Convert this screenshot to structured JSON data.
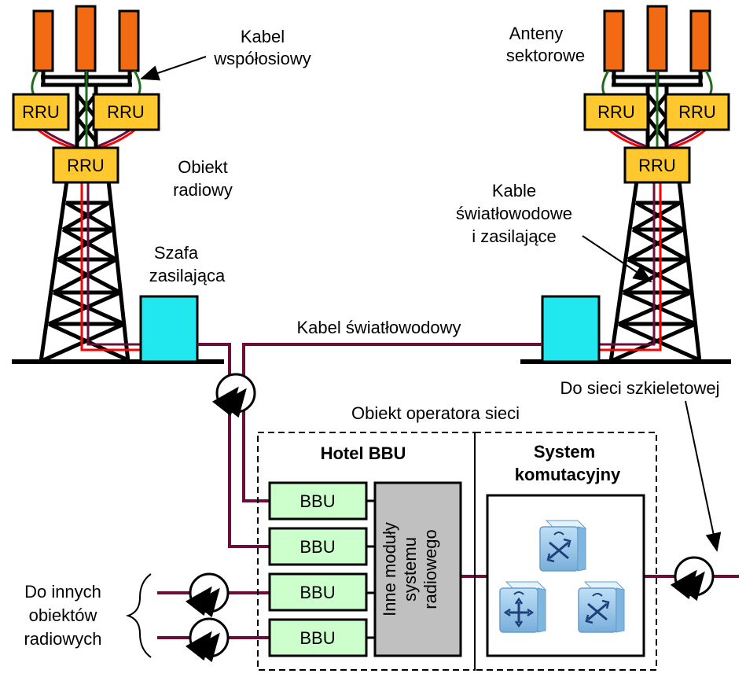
{
  "left_site": {
    "rru_top_left": "RRU",
    "rru_top_right": "RRU",
    "rru_bottom": "RRU"
  },
  "right_site": {
    "rru_top_left": "RRU",
    "rru_top_right": "RRU",
    "rru_bottom": "RRU"
  },
  "labels": {
    "coax_line1": "Kabel",
    "coax_line2": "współosiowy",
    "radio_site_line1": "Obiekt",
    "radio_site_line2": "radiowy",
    "cabinet_line1": "Szafa",
    "cabinet_line2": "zasilająca",
    "antennas_line1": "Anteny",
    "antennas_line2": "sektorowe",
    "cables_line1": "Kable",
    "cables_line2": "światłowodowe",
    "cables_line3": "i zasilające",
    "fiber_cable": "Kabel światłowodowy",
    "backbone": "Do sieci szkieletowej",
    "operator_site": "Obiekt operatora sieci",
    "other_sites_line1": "Do innych",
    "other_sites_line2": "obiektów",
    "other_sites_line3": "radiowych"
  },
  "bbu_hotel": {
    "title": "Hotel BBU",
    "bbus": [
      "BBU",
      "BBU",
      "BBU",
      "BBU"
    ],
    "other_modules_line1": "Inne moduły",
    "other_modules_line2": "systemu",
    "other_modules_line3": "radiowego"
  },
  "switching": {
    "title_line1": "System",
    "title_line2": "komutacyjny"
  },
  "colors": {
    "antenna": "#F26B12",
    "rru": "#FFC82E",
    "cabinet": "#20E8EE",
    "bbu": "#CCFFCC",
    "modules": "#C0C0C0",
    "fiber": "#6B0F3A",
    "power": "#FF0000",
    "coax": "#1E6B1E",
    "cube_top": "#B8DDF6",
    "cube_side": "#7FB6E0"
  }
}
